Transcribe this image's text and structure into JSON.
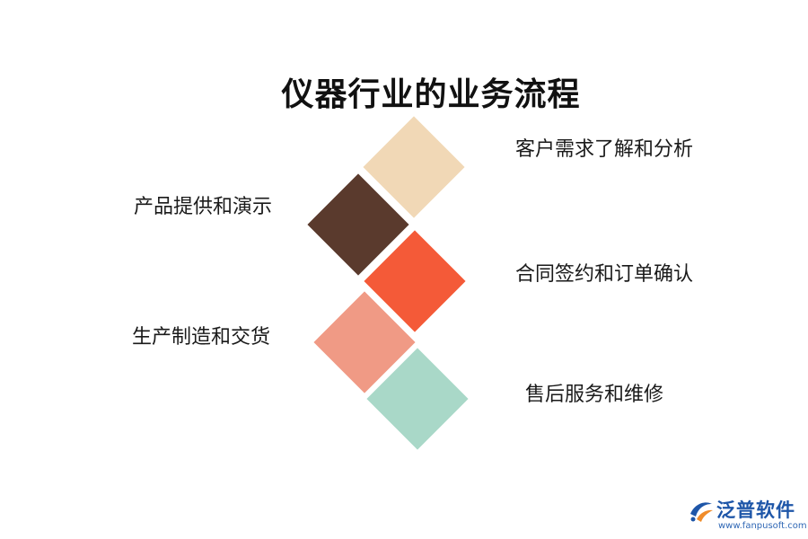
{
  "title": "仪器行业的业务流程",
  "steps": [
    {
      "label": "客户需求了解和分析",
      "color": "#f1d8b6"
    },
    {
      "label": "产品提供和演示",
      "color": "#5a3a2d"
    },
    {
      "label": "合同签约和订单确认",
      "color": "#f45a38"
    },
    {
      "label": "生产制造和交货",
      "color": "#f09a85"
    },
    {
      "label": "售后服务和维修",
      "color": "#a9d8c8"
    }
  ],
  "logo": {
    "name": "泛普软件",
    "url": "www.fanpusoft.com",
    "color": "#1e56a8",
    "accent": "#f08c2a",
    "icon": "fanpu-logo-icon"
  }
}
